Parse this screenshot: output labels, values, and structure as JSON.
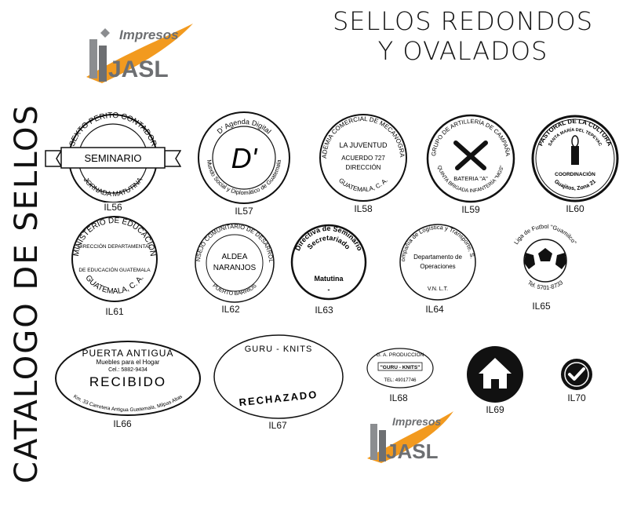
{
  "header": {
    "title_line1": "SELLOS REDONDOS",
    "title_line2": "Y OVALADOS"
  },
  "side_title": "CATALOGO DE SELLOS",
  "logo": {
    "brand_top": "Impresos",
    "brand_bottom": "JASL",
    "colors": {
      "orange": "#f29a1f",
      "gray": "#8b8d90"
    }
  },
  "stamps": [
    {
      "code": "IL56",
      "ring": "SEXTO PERITO CONTADOR",
      "ribbon": "SEMINARIO",
      "bottom": "JORNADA MATUTINA"
    },
    {
      "code": "IL57",
      "ring_top": "D' Agenda Digital",
      "ring_bottom": "Mundo Social y Diplomático de Guatemala",
      "center": "D'"
    },
    {
      "code": "IL58",
      "ring": "ACADEMIA COMERCIAL DE MECANOGRAFÍA",
      "line1": "LA JUVENTUD",
      "line2": "ACUERDO 727",
      "line3": "DIRECCIÓN",
      "bottom": "GUATEMALA, C. A."
    },
    {
      "code": "IL59",
      "ring": "GRUPO DE ARTILLERÍA DE CAMPAÑA",
      "center": "BATERIA \"A\"",
      "bottom": "QUINTA BRIGADA INFANTERÍA \"MGS\""
    },
    {
      "code": "IL60",
      "ring": "PASTORAL DE LA CULTURA",
      "ring2": "SANTA MARÍA DEL TEPEYAC",
      "line1": "COORDINACIÓN",
      "bottom": "Guajitos, Zona 21"
    },
    {
      "code": "IL61",
      "ring": "MINISTERIO DE EDUCACIÓN",
      "line1": "DIRECCIÓN DEPARTAMENTAL",
      "line2": "DE EDUCACIÓN GUATEMALA",
      "bottom": "GUATEMALA, C. A."
    },
    {
      "code": "IL62",
      "ring": "CONSEJO COMUNITARIO DE DESARROLLO",
      "line1": "ALDEA",
      "line2": "NARANJOS",
      "bottom": "PUERTO BARRIOS"
    },
    {
      "code": "IL63",
      "ring": "Directiva de Seminario",
      "ring2": "Secretariado",
      "center": "Matutina",
      "dash": "-"
    },
    {
      "code": "IL64",
      "ring": "Compañía de Logística y Transporte, S. A.",
      "line1": "Departamento de",
      "line2": "Operaciones",
      "bottom": "V.N. L.T."
    },
    {
      "code": "IL65",
      "ring_top": "Liga de Futbol \"Guamilco\"",
      "ring_bottom": "Tel. 5701-8733"
    },
    {
      "code": "IL66",
      "top": "PUERTA ANTIGUA",
      "line1": "Muebles para el Hogar",
      "line2": "Cel.: 5882-9434",
      "center": "RECIBIDO",
      "bottom": "Km. 33 Carretera Antigua Guatemala, Milpas Altas"
    },
    {
      "code": "IL67",
      "top": "GURU - KNITS",
      "center": "RECHAZADO"
    },
    {
      "code": "IL68",
      "top": "G. A. PRODUCCIÓN",
      "center": "\"GURU - KNITS\"",
      "bottom": "TEL: 49017746"
    },
    {
      "code": "IL69",
      "icon": "home-icon"
    },
    {
      "code": "IL70",
      "icon": "check-icon"
    }
  ]
}
